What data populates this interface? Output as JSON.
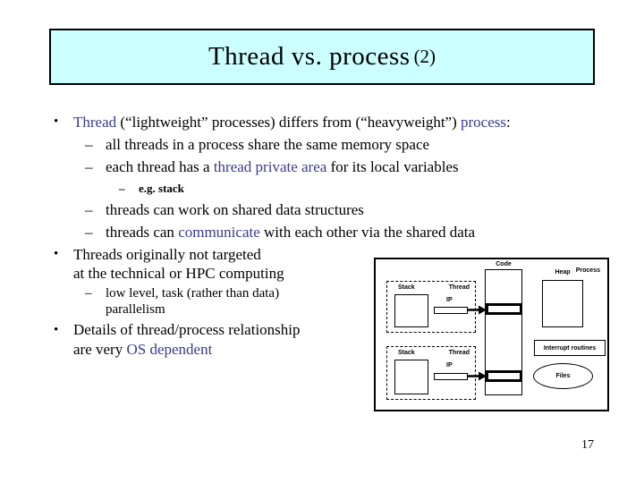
{
  "colors": {
    "accent": "#3a3a8e",
    "title_bg": "#ccffff"
  },
  "markers": {
    "bullet": "•",
    "dash": "–"
  },
  "title": {
    "main": "Thread vs. process ",
    "suffix": "(2)"
  },
  "content": {
    "l1": {
      "s0": "Thread",
      "s1": " (“lightweight” processes) differs from (“heavyweight”) ",
      "s2": "process",
      "s3": ":"
    },
    "l2": {
      "s0": "all threads in a process share the same memory space"
    },
    "l3": {
      "s0": "each thread has a ",
      "s1": "thread private area",
      "s2": " for its local variables"
    },
    "l4": {
      "s0": "e.g. stack"
    },
    "l5": {
      "s0": "threads can work on shared data structures"
    },
    "l6": {
      "s0": "threads can ",
      "s1": "communicate",
      "s2": " with each other via the shared data"
    },
    "l7": {
      "s0": "Threads originally not targeted",
      "s1": "at the technical or HPC computing"
    },
    "l8": {
      "s0": "low level, task (rather than data)",
      "s1": "parallelism"
    },
    "l9": {
      "s0": "Details of thread/process relationship",
      "s1": "are very ",
      "s2": "OS dependent"
    }
  },
  "diagram": {
    "process_label": "Process",
    "code_label": "Code",
    "heap_label": "Heap",
    "stack_label": "Stack",
    "thread_label": "Thread",
    "ip_label": "IP",
    "interrupt_label": "Interrupt routines",
    "files_label": "Files"
  },
  "slide": {
    "page_number": "17"
  }
}
